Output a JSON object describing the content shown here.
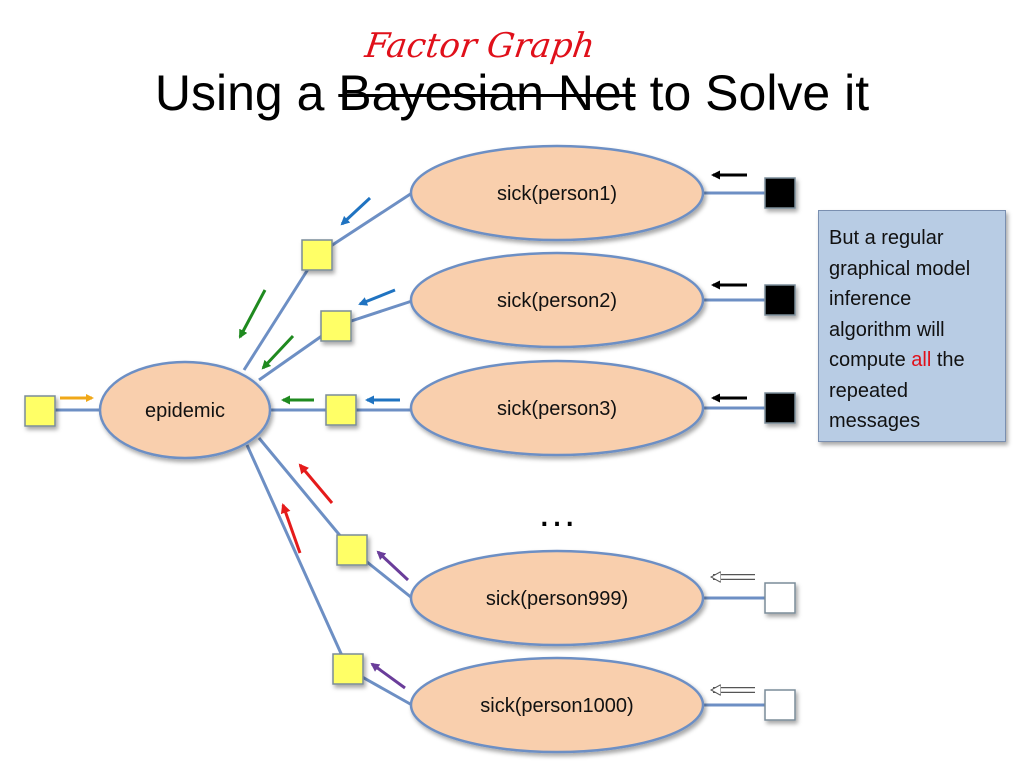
{
  "slide": {
    "annotation": "Factor Graph",
    "title_prefix": "Using a ",
    "title_struck": "Bayesian Net",
    "title_suffix": " to Solve it"
  },
  "nodes": {
    "root": "epidemic",
    "children": [
      "sick(person1)",
      "sick(person2)",
      "sick(person3)",
      "sick(person999)",
      "sick(person1000)"
    ],
    "ellipsis": "…"
  },
  "note": {
    "text_before": "But a regular graphical model inference algorithm will compute ",
    "highlight": "all",
    "text_after": " the repeated messages"
  },
  "colors": {
    "node_fill": "#f9cfad",
    "edge": "#6d8fc4",
    "factor_fill": "#ffff66",
    "evidence_factor": "#000000",
    "empty_factor": "#ffffff",
    "note_bg": "#b8cce4",
    "msg_orange": "#f0a818",
    "msg_blue": "#1f73c1",
    "msg_green": "#1f8a1f",
    "msg_red": "#e51b1b",
    "msg_purple": "#6a3d9a",
    "highlight_red": "#e0101a"
  }
}
